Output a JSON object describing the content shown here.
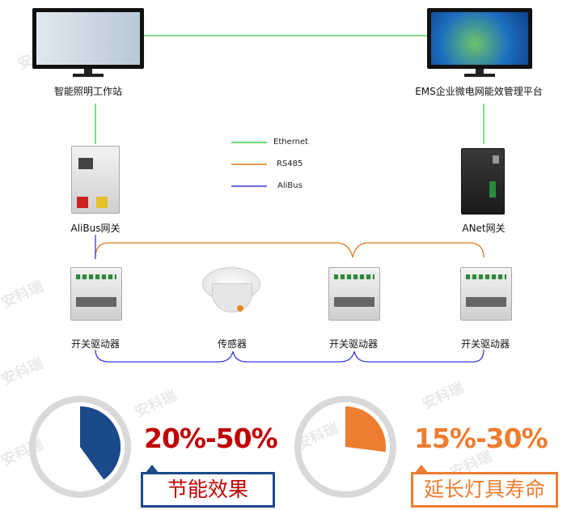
{
  "nodes": {
    "workstation": "智能照明工作站",
    "ems": "EMS企业微电网能效管理平台",
    "alibus_gateway": "AliBus网关",
    "anet_gateway": "ANet网关",
    "switch_driver_1": "开关驱动器",
    "sensor": "传感器",
    "switch_driver_2": "开关驱动器",
    "switch_driver_3": "开关驱动器"
  },
  "legend": [
    {
      "label": "Ethernet",
      "color": "#3cc83c"
    },
    {
      "label": "RS485",
      "color": "#e07a1f"
    },
    {
      "label": "AliBus",
      "color": "#3a3ad6"
    }
  ],
  "stats": [
    {
      "value": "20%-50%",
      "label": "节能效果",
      "fraction": 0.4,
      "color": "#1b4a8a",
      "text_color": "#c00000"
    },
    {
      "value": "15%-30%",
      "label": "延长灯具寿命",
      "fraction": 0.27,
      "color": "#ed7d31",
      "text_color": "#ed7d31"
    }
  ],
  "watermark": "安科瑞"
}
